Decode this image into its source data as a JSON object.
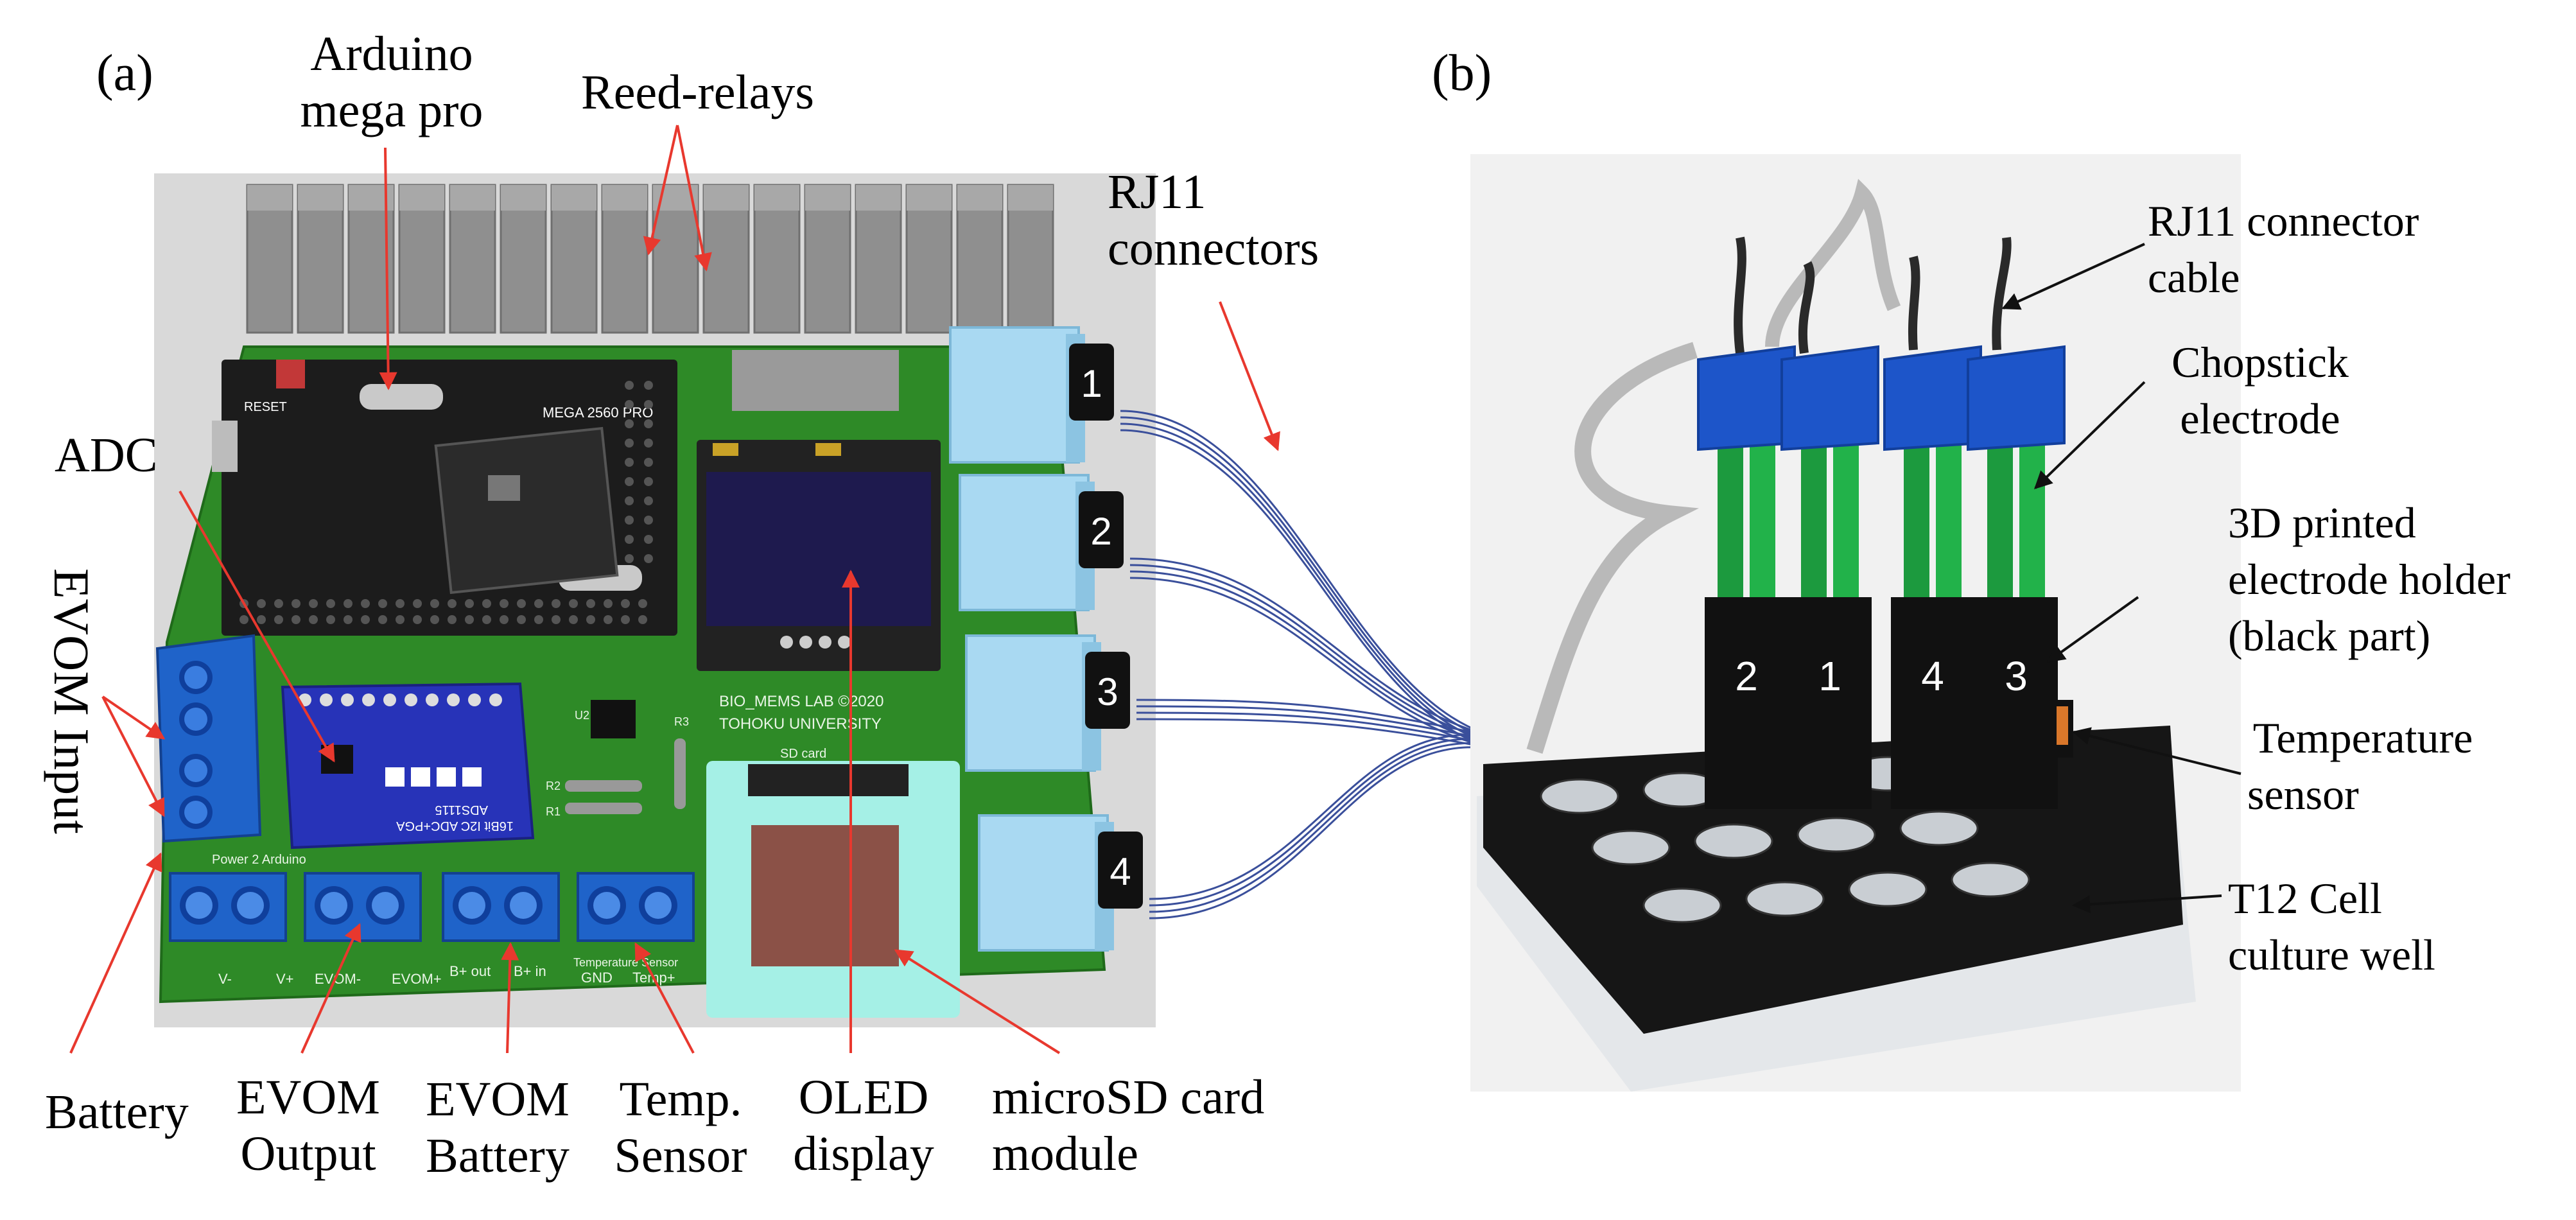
{
  "panels": {
    "a": "(a)",
    "b": "(b)"
  },
  "labels_a": {
    "arduino_line1": "Arduino",
    "arduino_line2": "mega pro",
    "reed_relays": "Reed-relays",
    "rj11_line1": "RJ11",
    "rj11_line2": "connectors",
    "adc": "ADC",
    "evom_input": "EVOM Input",
    "battery": "Battery",
    "evom_output_1": "EVOM",
    "evom_output_2": "Output",
    "evom_battery_1": "EVOM",
    "evom_battery_2": "Battery",
    "temp_sensor_1": "Temp.",
    "temp_sensor_2": "Sensor",
    "oled_1": "OLED",
    "oled_2": "display",
    "microsd_1": "microSD card",
    "microsd_2": "module"
  },
  "labels_b": {
    "rj11_cable_1": "RJ11 connector",
    "rj11_cable_2": "cable",
    "chopstick_1": "Chopstick",
    "chopstick_2": "electrode",
    "holder_1": "3D printed",
    "holder_2": "electrode holder",
    "holder_3": "(black part)",
    "tempsensor_1": "Temperature",
    "tempsensor_2": "sensor",
    "t12_1": "T12 Cell",
    "t12_2": "culture well"
  },
  "connector_numbers": [
    "1",
    "2",
    "3",
    "4"
  ],
  "electrode_numbers": [
    "2",
    "1",
    "4",
    "3"
  ],
  "board_silkscreen": {
    "mega": "MEGA 2560 PRO",
    "reset": "RESET",
    "lab_1": "BIO_MEMS LAB ©2020",
    "lab_2": "TOHOKU UNIVERSITY",
    "adc_chip": "ADS1115",
    "adc_board": "16Bit I2C ADC+PGA",
    "sd": "SD card",
    "terminals": [
      "V-",
      "V+",
      "EVOM-",
      "EVOM+",
      "B+ out",
      "B+ in",
      "GND",
      "Temp+"
    ],
    "power_label": "Power 2 Arduino",
    "temp_label": "Temperature Sensor",
    "r1": "R1",
    "r2": "R2",
    "r3": "R3",
    "u2": "U2"
  },
  "colors": {
    "pcb": "#2e8a27",
    "mega": "#1c1c1c",
    "relay": "#8f8f8f",
    "rj11": "#a9d9f2",
    "terminal": "#1f63c9",
    "adc": "#2733b8",
    "sd_frame": "#a5f0e6",
    "sd_card": "#8b5147",
    "wire": "#3a4f9b",
    "arrow": "#e8382e",
    "electrode_cap": "#1d55c9",
    "electrode_body": "#1c9a3e",
    "holder": "#111111"
  }
}
